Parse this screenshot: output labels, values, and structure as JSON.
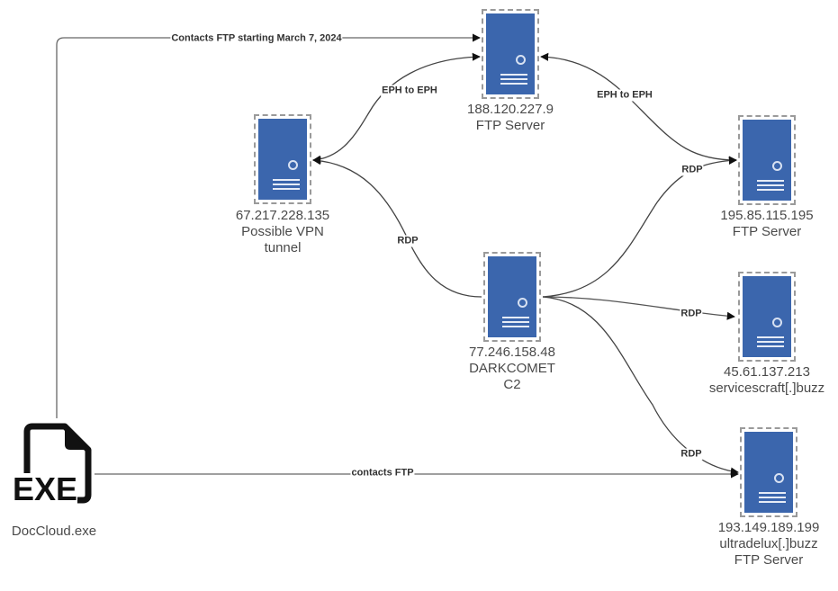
{
  "diagram": {
    "nodes": [
      {
        "id": "ftp-188",
        "ip": "188.120.227.9",
        "lines": [
          "FTP Server"
        ],
        "icon": "server-icon"
      },
      {
        "id": "vpn-67",
        "ip": "67.217.228.135",
        "lines": [
          "Possible VPN",
          "tunnel"
        ],
        "icon": "server-icon"
      },
      {
        "id": "ftp-195",
        "ip": "195.85.115.195",
        "lines": [
          "FTP Server"
        ],
        "icon": "server-icon"
      },
      {
        "id": "c2-77",
        "ip": "77.246.158.48",
        "lines": [
          "DARKCOMET",
          "C2"
        ],
        "icon": "server-icon"
      },
      {
        "id": "svc-45",
        "ip": "45.61.137.213",
        "lines": [
          "servicescraft[.]buzz"
        ],
        "icon": "server-icon"
      },
      {
        "id": "ftp-193",
        "ip": "193.149.189.199",
        "lines": [
          "ultradelux[.]buzz",
          "FTP Server"
        ],
        "icon": "server-icon"
      },
      {
        "id": "exe",
        "label": "DocCloud.exe",
        "icon_text": "EXE",
        "icon": "exe-file-icon"
      }
    ],
    "edges": [
      {
        "from": "exe",
        "to": "ftp-188",
        "label": "Contacts FTP starting March 7, 2024"
      },
      {
        "from": "ftp-188",
        "to": "vpn-67",
        "label": "EPH to EPH",
        "bidirectional": true
      },
      {
        "from": "ftp-195",
        "to": "ftp-188",
        "label": "EPH to EPH",
        "bidirectional": true
      },
      {
        "from": "c2-77",
        "to": "vpn-67",
        "label": "RDP"
      },
      {
        "from": "c2-77",
        "to": "ftp-195",
        "label": "RDP"
      },
      {
        "from": "c2-77",
        "to": "svc-45",
        "label": "RDP"
      },
      {
        "from": "c2-77",
        "to": "ftp-193",
        "label": "RDP"
      },
      {
        "from": "exe",
        "to": "ftp-193",
        "label": "contacts FTP"
      }
    ]
  }
}
